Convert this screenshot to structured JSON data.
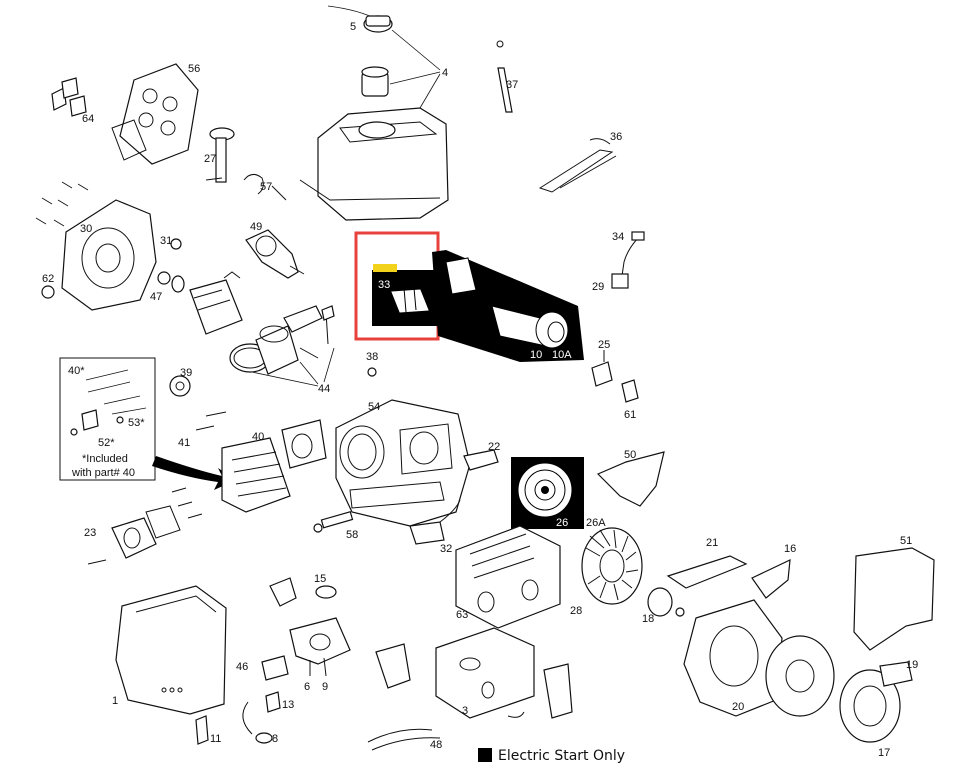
{
  "callouts": {
    "p1": "1",
    "p3": "3",
    "p4": "4",
    "p5": "5",
    "p6": "6",
    "p8": "8",
    "p10": "10",
    "p10a": "10A",
    "p11": "11",
    "p13": "13",
    "p15": "15",
    "p16": "16",
    "p17": "17",
    "p18": "18",
    "p19": "19",
    "p20": "20",
    "p21": "21",
    "p22": "22",
    "p23": "23",
    "p25": "25",
    "p26": "26",
    "p26a": "26A",
    "p27": "27",
    "p28": "28",
    "p29": "29",
    "p30": "30",
    "p31": "31",
    "p32": "32",
    "p33": "33",
    "p34": "34",
    "p36": "36",
    "p37": "37",
    "p38": "38",
    "p39": "39",
    "p40": "40",
    "p41": "41",
    "p44": "44",
    "p46": "46",
    "p47": "47",
    "p48": "48",
    "p49": "49",
    "p50": "50",
    "p51": "51",
    "p54": "54",
    "p56": "56",
    "p57": "57",
    "p58": "58",
    "p61": "61",
    "p62": "62",
    "p63": "63",
    "p64": "64"
  },
  "inset": {
    "p40star": "40*",
    "p52star": "52*",
    "p53star": "53*",
    "note_line1": "*Included",
    "note_line2": "with part# 40"
  },
  "legend": {
    "label": "Electric Start Only"
  },
  "colors": {
    "highlight_box": "#e8413c",
    "highlight_tag": "#f2d21b",
    "electric_start_fill": "#000000",
    "line": "#111111"
  }
}
